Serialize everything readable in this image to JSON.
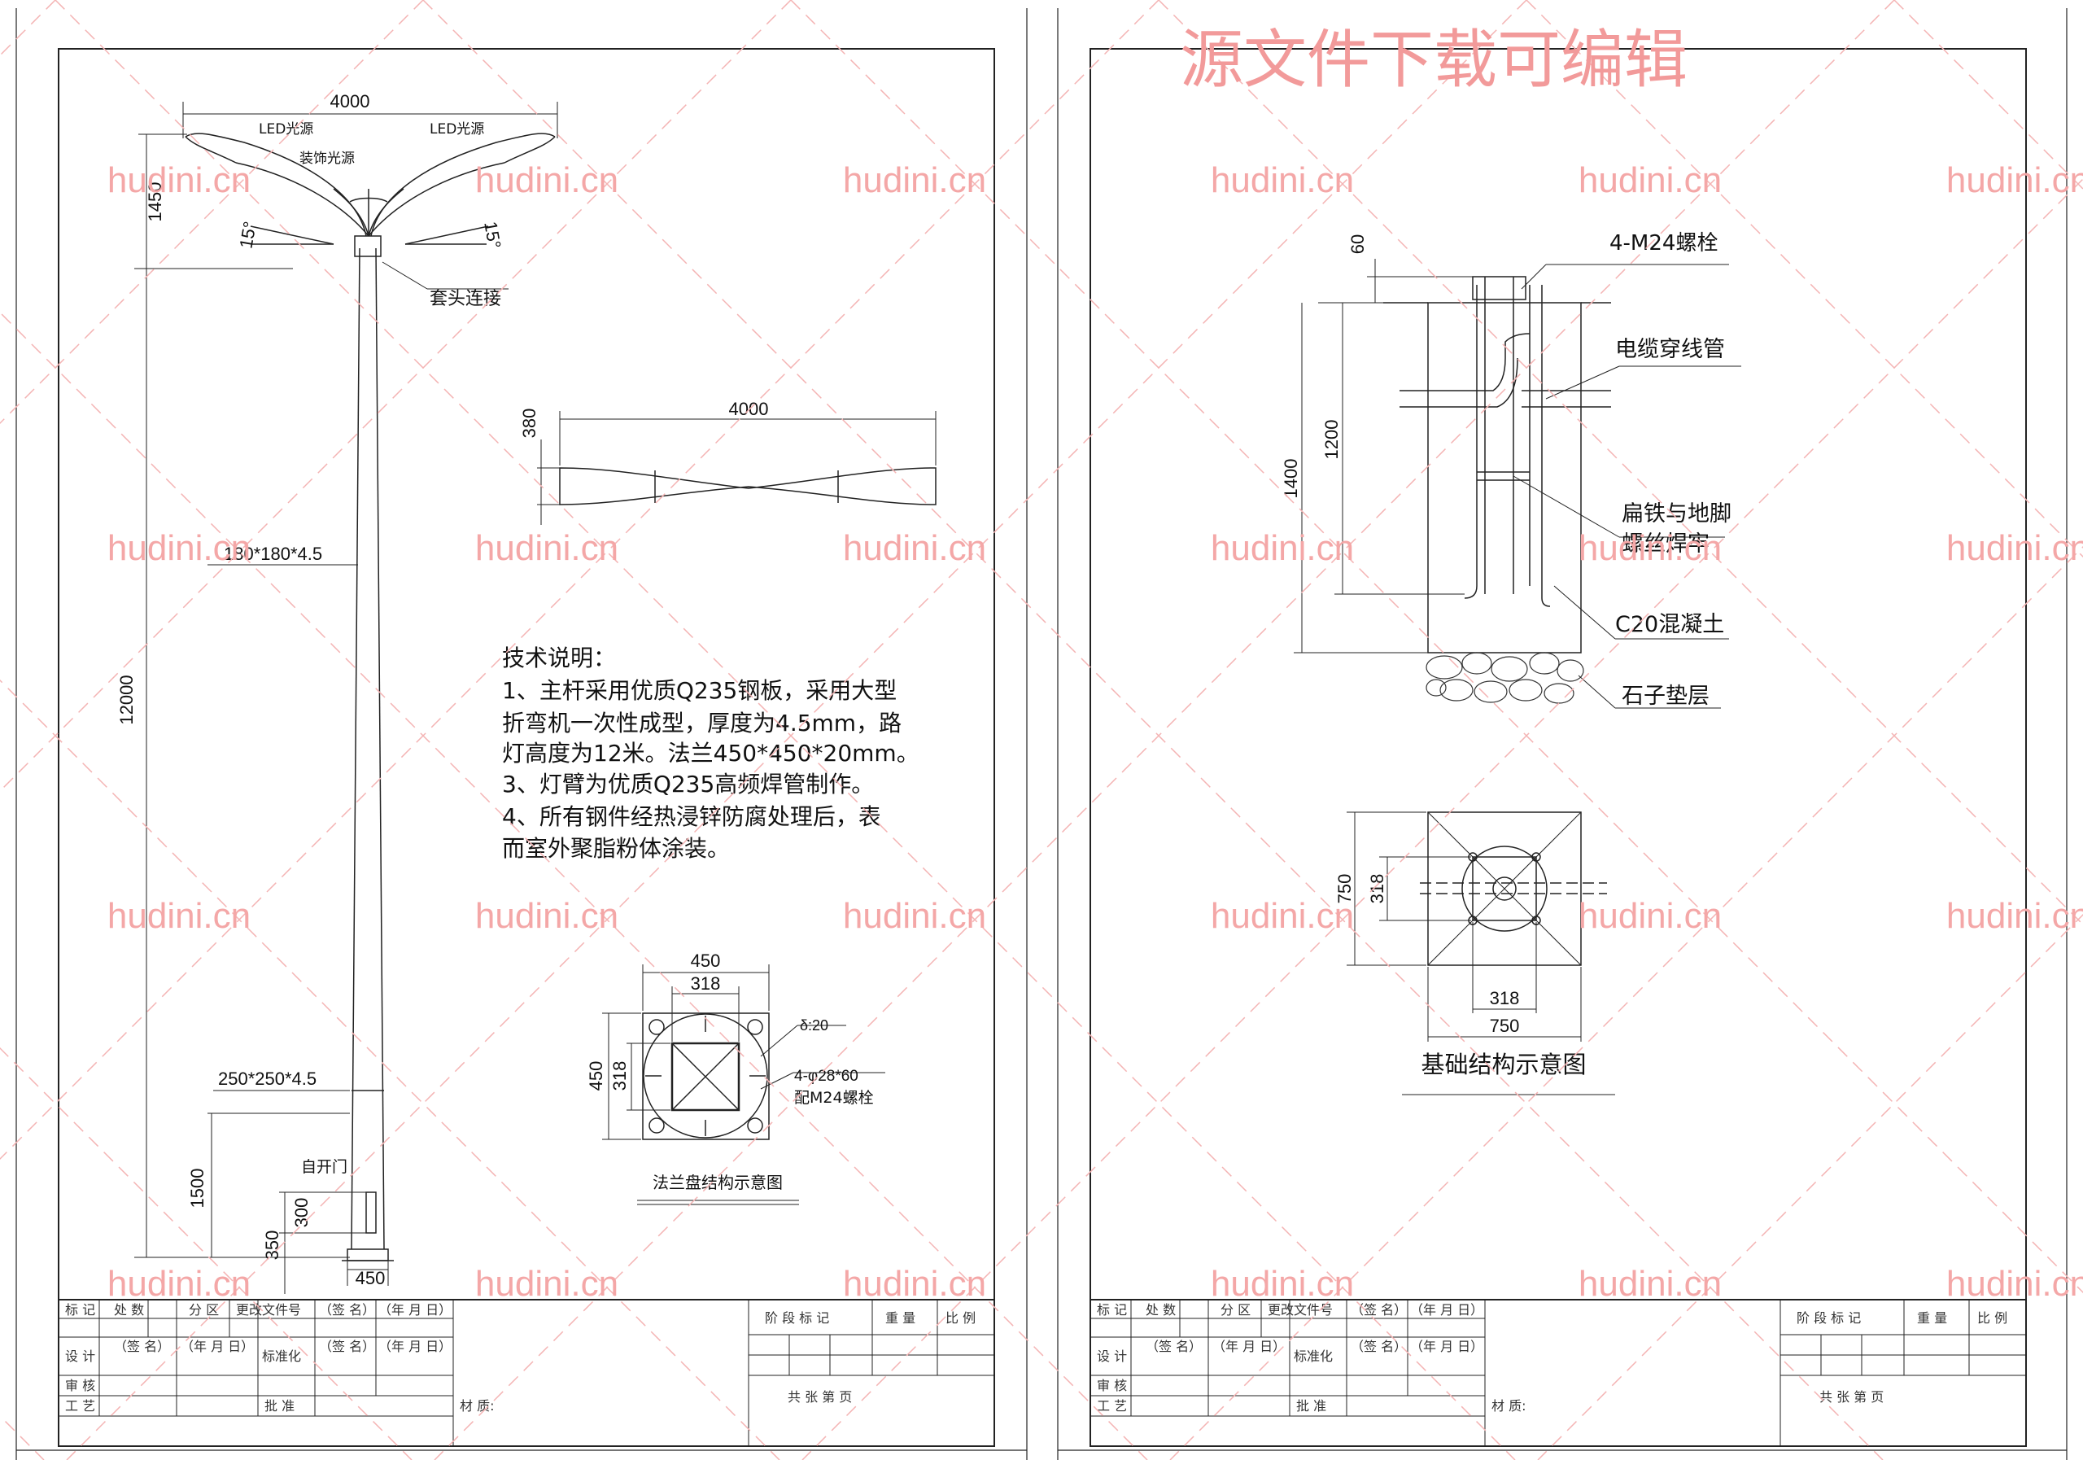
{
  "watermarks": {
    "domain_text": "hudini.cn",
    "banner": "源文件下载可编辑"
  },
  "left_sheet": {
    "lamp": {
      "arm_span": "4000",
      "led_left": "LED光源",
      "led_right": "LED光源",
      "deco_light": "装饰光源",
      "top_height": "1450",
      "angle_left": "15°",
      "angle_right": "15°",
      "sleeve_label": "套头连接",
      "pole_top_section": "180*180*4.5",
      "pole_height": "12000",
      "pole_bottom_section": "250*250*4.5",
      "door_label": "自开门",
      "door_height": "300",
      "door_offset": "350",
      "lower_height": "1500",
      "base_width": "450"
    },
    "arm_detail": {
      "length": "4000",
      "height": "380"
    },
    "notes": {
      "heading": "技术说明：",
      "lines": [
        "1、主杆采用优质Q235钢板，采用大型",
        "折弯机一次性成型，厚度为4.5mm，路",
        "灯高度为12米。法兰450*450*20mm。",
        "3、灯臂为优质Q235高频焊管制作。",
        "4、所有钢件经热浸锌防腐处理后，表",
        "而室外聚脂粉体涂装。"
      ]
    },
    "flange": {
      "outer": "450",
      "inner": "318",
      "side_outer": "450",
      "side_inner": "318",
      "thickness": "δ:20",
      "holes": "4-φ28*60",
      "bolts": "配M24螺栓",
      "caption": "法兰盘结构示意图"
    }
  },
  "right_sheet": {
    "foundation": {
      "bolts": "4-M24螺栓",
      "top_gap": "60",
      "cable_pipe": "电缆穿线管",
      "embed_depth": "1200",
      "total_depth": "1400",
      "flat_iron_1": "扁铁与地脚",
      "flat_iron_2": "螺丝焊牢",
      "concrete": "C20混凝土",
      "gravel": "石子垫层"
    },
    "plan": {
      "side_outer": "750",
      "side_inner": "318",
      "bottom_inner": "318",
      "bottom_outer": "750",
      "caption": "基础结构示意图"
    }
  },
  "title_block": {
    "mark": "标 记",
    "count": "处 数",
    "zone": "分 区",
    "change_doc": "更改文件号",
    "sign": "（签 名）",
    "date": "（年 月 日）",
    "design": "设 计",
    "standard": "标准化",
    "review": "审 核",
    "craft": "工 艺",
    "approve": "批 准",
    "material": "材 质:",
    "stage": "阶 段 标 记",
    "weight": "重 量",
    "scale": "比 例",
    "sheets": "共      张      第      页"
  }
}
